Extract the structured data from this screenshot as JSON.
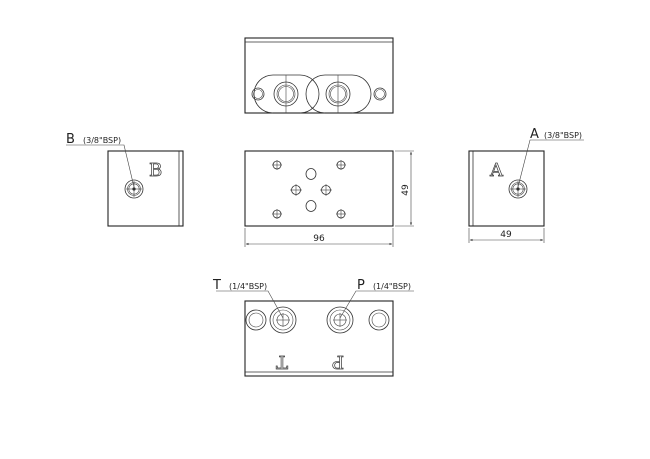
{
  "views": {
    "left": {
      "port_letter": "B",
      "port_size": "(3/8\"BSP)",
      "engraving": "B"
    },
    "right": {
      "port_letter": "A",
      "port_size": "(3/8\"BSP)",
      "engraving": "A",
      "width_dim": "49"
    },
    "front": {
      "width_dim": "96",
      "height_dim": "49"
    },
    "bottom": {
      "port_t_letter": "T",
      "port_t_size": "(1/4\"BSP)",
      "port_p_letter": "P",
      "port_p_size": "(1/4\"BSP)",
      "engraving_t": "T",
      "engraving_p": "P"
    }
  }
}
